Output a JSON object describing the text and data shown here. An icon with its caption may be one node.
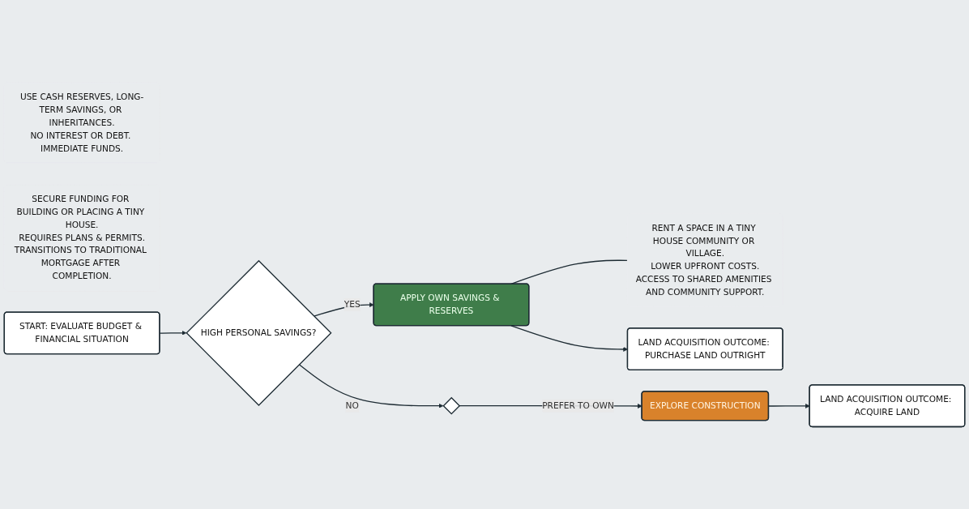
{
  "diagram": {
    "nodes": [
      {
        "text": [
          "USE CASH RESERVES, LONG-TERM SAVINGS, OR INHERITANCES.",
          "NO INTEREST OR DEBT. IMMEDIATE FUNDS."
        ]
      },
      {
        "text": [
          "SECURE FUNDING FOR BUILDING OR PLACING A TINY HOUSE.",
          "REQUIRES PLANS & PERMITS.",
          "TRANSITIONS TO TRADITIONAL MORTGAGE AFTER COMPLETION."
        ]
      },
      {
        "text": [
          "RENT A SPACE IN A TINY HOUSE COMMUNITY OR VILLAGE.",
          "LOWER UPFRONT COSTS.",
          "ACCESS TO SHARED AMENITIES AND COMMUNITY SUPPORT."
        ]
      },
      {
        "text": [
          "START: EVALUATE BUDGET & FINANCIAL SITUATION"
        ]
      },
      {
        "text": [
          "HIGH PERSONAL SAVINGS?"
        ]
      },
      {
        "text": [
          "APPLY OWN SAVINGS & RESERVES"
        ]
      },
      {
        "text": [
          "LAND ACQUISITION OUTCOME: PURCHASE LAND OUTRIGHT"
        ]
      },
      {
        "text": [],
        "shape": "diamond"
      },
      {
        "text": [
          "EXPLORE CONSTRUCTION"
        ]
      },
      {
        "text": [
          "LAND ACQUISITION OUTCOME: ACQUIRE LAND"
        ]
      }
    ],
    "edges": [
      {
        "from": 3,
        "to": 4,
        "arrow": "to"
      },
      {
        "from": 4,
        "to": 5,
        "label": "YES",
        "arrow": "to"
      },
      {
        "from": 5,
        "to": 6,
        "arrow": "to"
      },
      {
        "from": 5,
        "to": 2,
        "arrow": "none"
      },
      {
        "from": 4,
        "to": 7,
        "label": "NO",
        "arrow": "to"
      },
      {
        "from": 7,
        "to": 8,
        "label": "PREFER TO OWN",
        "arrow": "to"
      },
      {
        "from": 8,
        "to": 9,
        "arrow": "to"
      }
    ]
  }
}
